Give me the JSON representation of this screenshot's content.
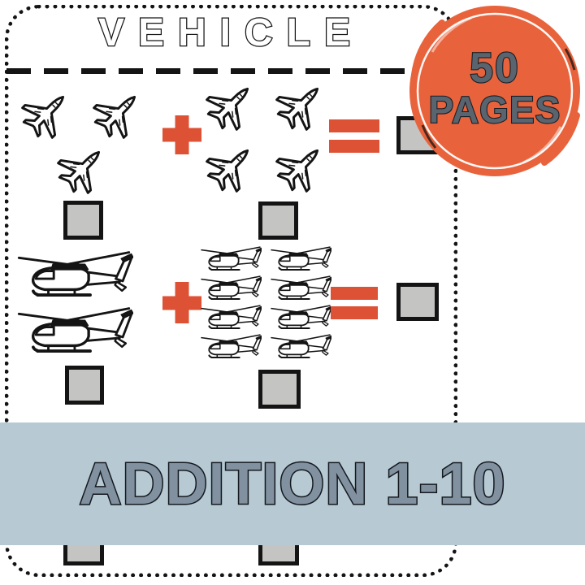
{
  "worksheet": {
    "title": "VEHICLE",
    "problems": [
      {
        "vehicle": "airplane",
        "addend1": 3,
        "addend2": 4,
        "operator": "+",
        "equals": "=",
        "answer_box_1": "",
        "answer_box_2": "",
        "result_box": ""
      },
      {
        "vehicle": "helicopter",
        "addend1": 2,
        "addend2": 8,
        "operator": "+",
        "equals": "=",
        "answer_box_1": "",
        "answer_box_2": "",
        "result_box": ""
      }
    ],
    "partial_third_row_boxes": 2
  },
  "badge": {
    "line1": "50",
    "line2": "PAGES"
  },
  "banner": {
    "label": "ADDITION 1-10"
  },
  "colors": {
    "accent_orange": "#E8633C",
    "operator_orange": "#DD5134",
    "banner_bg": "#B7CAD3",
    "banner_text": "#8191A0",
    "badge_text": "#59646F",
    "box_fill": "#C4C4C2",
    "ink": "#141414"
  }
}
